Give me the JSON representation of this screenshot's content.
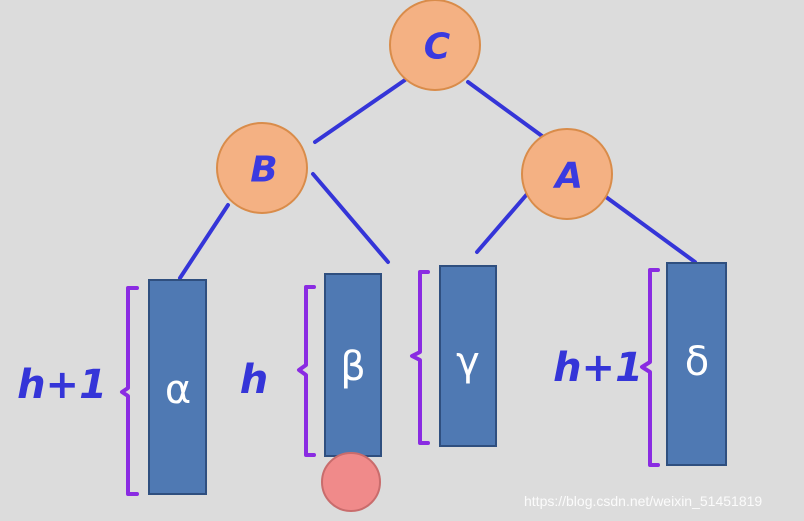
{
  "tree": {
    "nodes": {
      "C": {
        "label": "C"
      },
      "B": {
        "label": "B"
      },
      "A": {
        "label": "A"
      }
    },
    "subtrees": {
      "alpha": {
        "label": "α",
        "height_text": "h+1"
      },
      "beta": {
        "label": "β",
        "height_text": "h"
      },
      "gamma": {
        "label": "γ",
        "height_text": ""
      },
      "delta": {
        "label": "δ",
        "height_text": "h+1"
      }
    }
  },
  "colors": {
    "background": "#dcdcdc",
    "node_fill": "#f4b183",
    "node_stroke": "#d98c4a",
    "node_text": "#3a3ae0",
    "edge": "#3535d8",
    "subtree_fill": "#4f79b3",
    "subtree_stroke": "#2f4f7f",
    "bracket": "#8a2be2",
    "height_text": "#3535d8",
    "extra_node_fill": "#f08a8a"
  },
  "watermark": "https://blog.csdn.net/weixin_51451819"
}
